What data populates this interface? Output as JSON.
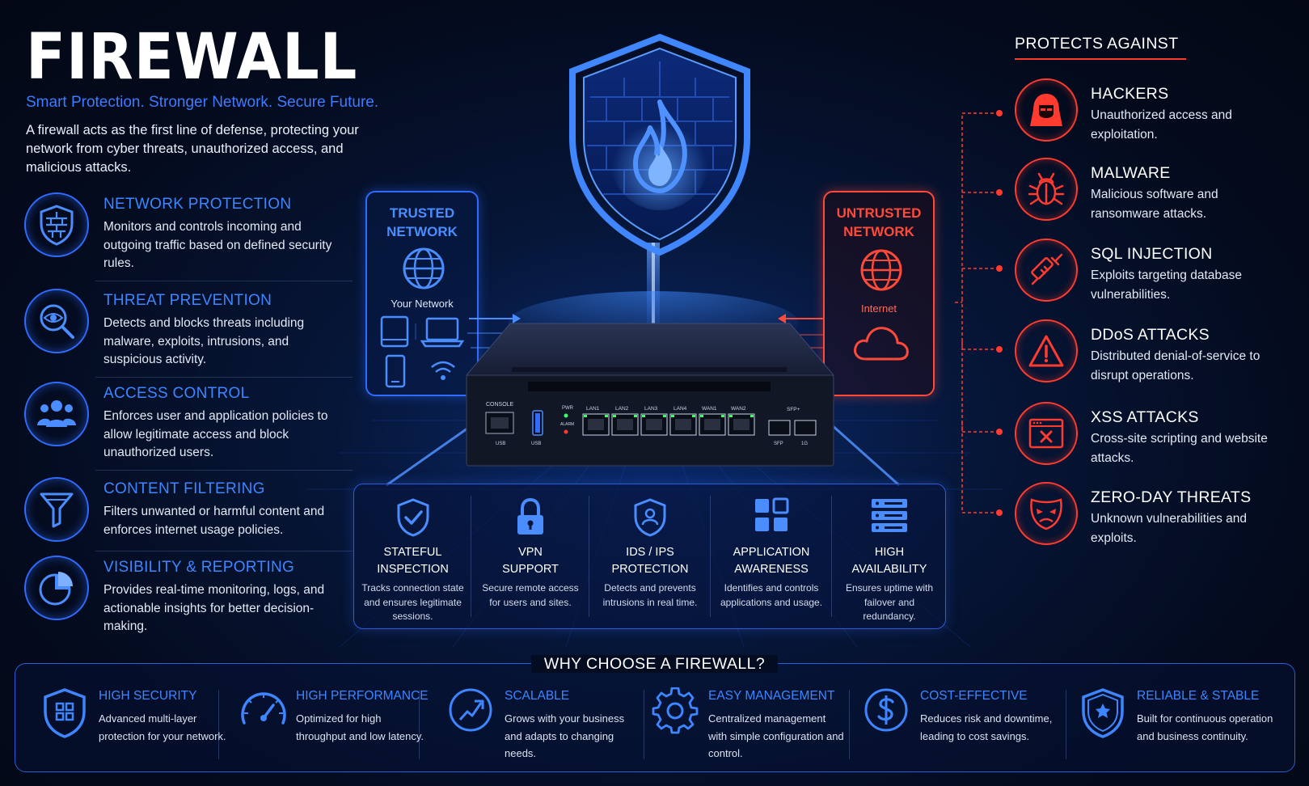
{
  "header": {
    "title": "FIREWALL",
    "tagline": "Smart Protection. Stronger Network. Secure Future.",
    "intro": "A firewall acts as the first line of defense, protecting your network from cyber threats, unauthorized access, and malicious attacks."
  },
  "features": [
    {
      "title": "NETWORK PROTECTION",
      "desc": "Monitors and controls incoming and outgoing traffic based on defined security rules.",
      "icon": "shield-wall-icon"
    },
    {
      "title": "THREAT PREVENTION",
      "desc": "Detects and blocks threats including malware, exploits, intrusions, and suspicious activity.",
      "icon": "eye-magnifier-icon"
    },
    {
      "title": "ACCESS CONTROL",
      "desc": "Enforces user and application policies to allow legitimate access and block unauthorized users.",
      "icon": "users-icon"
    },
    {
      "title": "CONTENT FILTERING",
      "desc": "Filters unwanted or harmful content and enforces internet usage policies.",
      "icon": "filter-icon"
    },
    {
      "title": "VISIBILITY & REPORTING",
      "desc": "Provides real-time monitoring, logs, and actionable insights for better decision-making.",
      "icon": "pie-chart-icon"
    }
  ],
  "trusted": {
    "title_line1": "TRUSTED",
    "title_line2": "NETWORK",
    "subtitle": "Your Network"
  },
  "untrusted": {
    "title_line1": "UNTRUSTED",
    "title_line2": "NETWORK",
    "subtitle": "Internet"
  },
  "device": {
    "ports": {
      "console": "CONSOLE",
      "usb1": "USB",
      "usb2": "USB",
      "pwr": "PWR",
      "alarm": "ALARM",
      "lan1": "LAN1",
      "lan2": "LAN2",
      "lan3": "LAN3",
      "lan4": "LAN4",
      "wan1": "WAN1",
      "wan2": "WAN2",
      "sfp": "SFP+",
      "sfp1": "SFP",
      "sfp2": "1G"
    }
  },
  "bottom_features": [
    {
      "title": "STATEFUL INSPECTION",
      "line1": "STATEFUL",
      "line2": "INSPECTION",
      "desc": "Tracks connection state and ensures legitimate sessions."
    },
    {
      "title": "VPN SUPPORT",
      "line1": "VPN",
      "line2": "SUPPORT",
      "desc": "Secure remote access for users and sites."
    },
    {
      "title": "IDS / IPS PROTECTION",
      "line1": "IDS / IPS",
      "line2": "PROTECTION",
      "desc": "Detects and prevents intrusions in real time."
    },
    {
      "title": "APPLICATION AWARENESS",
      "line1": "APPLICATION",
      "line2": "AWARENESS",
      "desc": "Identifies and controls applications and usage."
    },
    {
      "title": "HIGH AVAILABILITY",
      "line1": "HIGH",
      "line2": "AVAILABILITY",
      "desc": "Ensures uptime with failover and redundancy."
    }
  ],
  "protects": {
    "title": "PROTECTS AGAINST",
    "items": [
      {
        "title": "HACKERS",
        "desc": "Unauthorized access and exploitation.",
        "icon": "hacker-icon"
      },
      {
        "title": "MALWARE",
        "desc": "Malicious software and ransomware attacks.",
        "icon": "bug-icon"
      },
      {
        "title": "SQL INJECTION",
        "desc": "Exploits targeting database vulnerabilities.",
        "icon": "syringe-icon"
      },
      {
        "title": "DDoS ATTACKS",
        "desc": "Distributed denial-of-service to disrupt operations.",
        "icon": "warning-icon"
      },
      {
        "title": "XSS ATTACKS",
        "desc": "Cross-site scripting and website attacks.",
        "icon": "browser-x-icon"
      },
      {
        "title": "ZERO-DAY THREATS",
        "desc": "Unknown vulnerabilities and exploits.",
        "icon": "mask-icon"
      }
    ]
  },
  "why": {
    "title": "WHY CHOOSE A FIREWALL?",
    "items": [
      {
        "title": "HIGH SECURITY",
        "desc": "Advanced multi-layer protection for your network."
      },
      {
        "title": "HIGH PERFORMANCE",
        "desc": "Optimized for high throughput and low latency."
      },
      {
        "title": "SCALABLE",
        "desc": "Grows with your business and adapts to changing needs."
      },
      {
        "title": "EASY MANAGEMENT",
        "desc": "Centralized management with simple configuration and control."
      },
      {
        "title": "COST-EFFECTIVE",
        "desc": "Reduces risk and downtime, leading to cost savings."
      },
      {
        "title": "RELIABLE & STABLE",
        "desc": "Built for continuous operation and business continuity."
      }
    ]
  },
  "colors": {
    "accent_blue": "#3d86ff",
    "accent_red": "#ff3b30",
    "background": "#040b1e"
  }
}
